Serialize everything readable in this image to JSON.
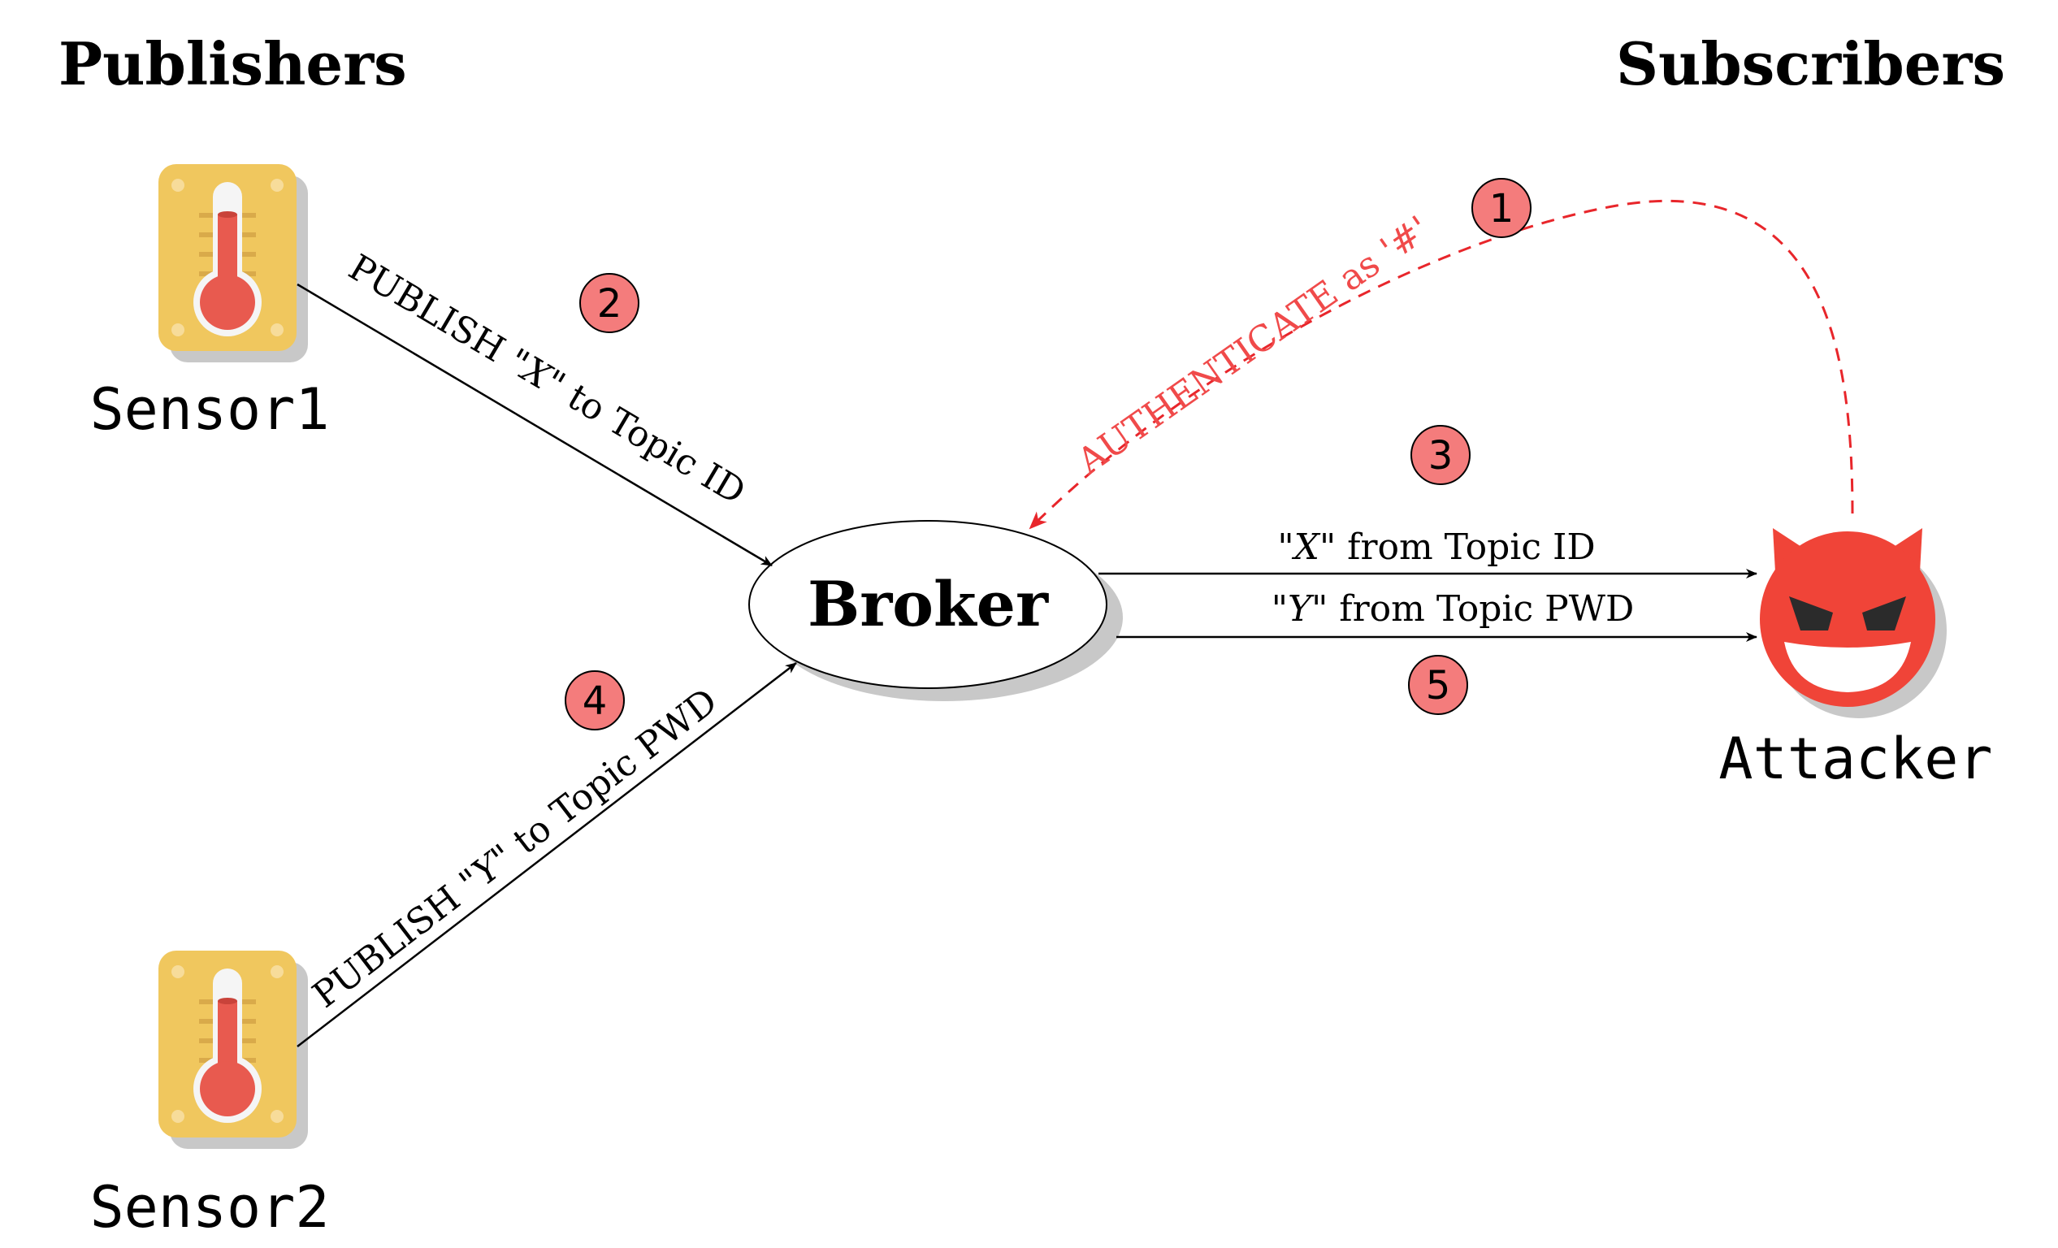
{
  "headings": {
    "left": "Publishers",
    "right": "Subscribers"
  },
  "nodes": {
    "sensor1": "Sensor1",
    "sensor2": "Sensor2",
    "broker": "Broker",
    "attacker": "Attacker"
  },
  "edges": {
    "publish_x": {
      "before": "PUBLISH \"",
      "var": "X",
      "after": "\" to Topic ID"
    },
    "publish_y": {
      "before": "PUBLISH \"",
      "var": "Y",
      "after": "\" to Topic PWD"
    },
    "authenticate": "AUTHENTICATE as '#'",
    "deliver_x": {
      "before": "\"",
      "var": "X",
      "after": "\" from Topic ID"
    },
    "deliver_y": {
      "before": "\"",
      "var": "Y",
      "after": "\" from Topic PWD"
    }
  },
  "steps": [
    "1",
    "2",
    "3",
    "4",
    "5"
  ],
  "colors": {
    "step_fill": "#f47c7c",
    "attack_red": "#e8262b",
    "sensor_body": "#f0c75e",
    "thermometer": "#e85a4f",
    "devil": "#f04438",
    "shadow": "#c8c8c8"
  },
  "icons": {
    "sensor": "thermometer-sensor-icon",
    "attacker": "devil-face-icon"
  }
}
